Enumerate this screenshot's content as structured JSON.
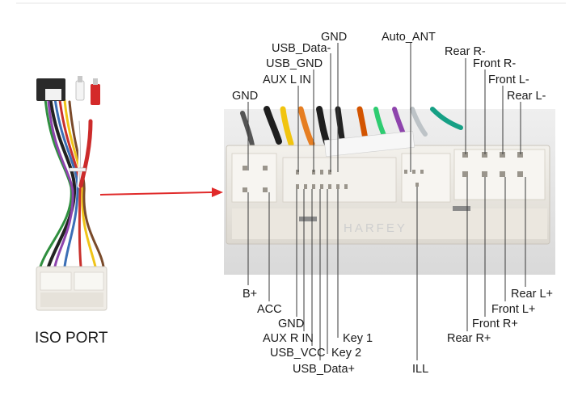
{
  "left_caption": "ISO PORT",
  "watermark": "HARFEY",
  "colors": {
    "arrow": "#e02a2a",
    "connector": "#ebe8e2",
    "line": "#3a3a3a"
  },
  "top_labels": [
    {
      "id": "gnd-left",
      "text": "GND"
    },
    {
      "id": "aux-l-in",
      "text": "AUX L IN"
    },
    {
      "id": "usb-gnd",
      "text": "USB_GND"
    },
    {
      "id": "usb-data-minus",
      "text": "USB_Data-"
    },
    {
      "id": "gnd-top",
      "text": "GND"
    },
    {
      "id": "auto-ant",
      "text": "Auto_ANT"
    },
    {
      "id": "rear-r-minus",
      "text": "Rear R-"
    },
    {
      "id": "front-r-minus",
      "text": "Front R-"
    },
    {
      "id": "front-l-minus",
      "text": "Front L-"
    },
    {
      "id": "rear-l-minus",
      "text": "Rear L-"
    }
  ],
  "bottom_labels": [
    {
      "id": "b-plus",
      "text": "B+"
    },
    {
      "id": "acc",
      "text": "ACC"
    },
    {
      "id": "gnd-bottom",
      "text": "GND"
    },
    {
      "id": "aux-r-in",
      "text": "AUX R IN"
    },
    {
      "id": "usb-vcc",
      "text": "USB_VCC"
    },
    {
      "id": "usb-data-plus",
      "text": "USB_Data+"
    },
    {
      "id": "key-1",
      "text": "Key 1"
    },
    {
      "id": "key-2",
      "text": "Key 2"
    },
    {
      "id": "ill",
      "text": "ILL"
    },
    {
      "id": "rear-l-plus",
      "text": "Rear L+"
    },
    {
      "id": "front-l-plus",
      "text": "Front L+"
    },
    {
      "id": "front-r-plus",
      "text": "Front R+"
    },
    {
      "id": "rear-r-plus",
      "text": "Rear R+"
    }
  ]
}
